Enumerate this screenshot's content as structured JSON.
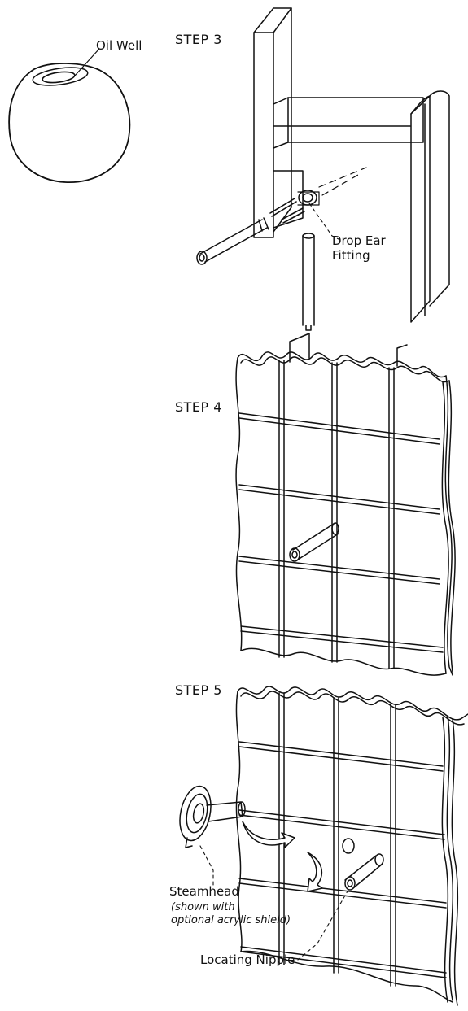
{
  "labels": {
    "oil_well": "Oil Well",
    "step3": "STEP 3",
    "drop_ear_line1": "Drop Ear",
    "drop_ear_line2": "Fitting",
    "step4": "STEP 4",
    "step5": "STEP 5",
    "steamhead": "Steamhead",
    "steamhead_note_line1": "(shown with",
    "steamhead_note_line2": "optional acrylic shield)",
    "locating_nipple": "Locating Nipple"
  }
}
